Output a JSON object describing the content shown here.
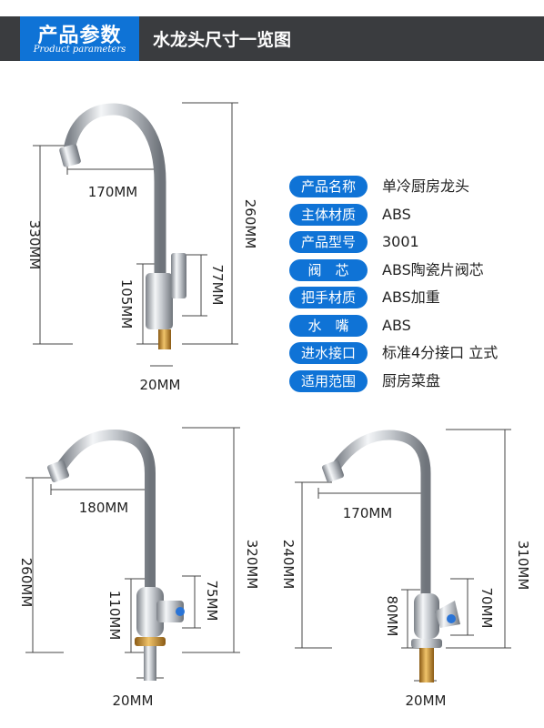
{
  "header": {
    "badge_title": "产品参数",
    "badge_subtitle": "Product parameters",
    "title": "水龙头尺寸一览图"
  },
  "specs": [
    {
      "label": "产品名称",
      "value": "单冷厨房龙头"
    },
    {
      "label": "主体材质",
      "value": "ABS"
    },
    {
      "label": "产品型号",
      "value": "3001"
    },
    {
      "label": "阀　芯",
      "value": "ABS陶瓷片阀芯"
    },
    {
      "label": "把手材质",
      "value": "ABS加重"
    },
    {
      "label": "水　嘴",
      "value": "ABS"
    },
    {
      "label": "进水接口",
      "value": "标准4分接口  立式"
    },
    {
      "label": "适用范围",
      "value": "厨房菜盘"
    }
  ],
  "faucets": [
    {
      "height_total": "330MM",
      "reach": "170MM",
      "height_body": "260MM",
      "height_handle": "77MM",
      "height_base": "105MM",
      "inlet": "20MM"
    },
    {
      "height_total": "260MM",
      "reach": "180MM",
      "height_body": "320MM",
      "height_handle": "75MM",
      "height_base": "110MM",
      "inlet": "20MM"
    },
    {
      "height_total": "240MM",
      "reach": "170MM",
      "height_body": "310MM",
      "height_handle": "70MM",
      "height_base": "80MM",
      "inlet": "20MM"
    }
  ],
  "colors": {
    "accent": "#0f73d6",
    "header_bg": "#3a3c3f",
    "chrome": "#c9ccd1",
    "brass": "#c8902e"
  }
}
